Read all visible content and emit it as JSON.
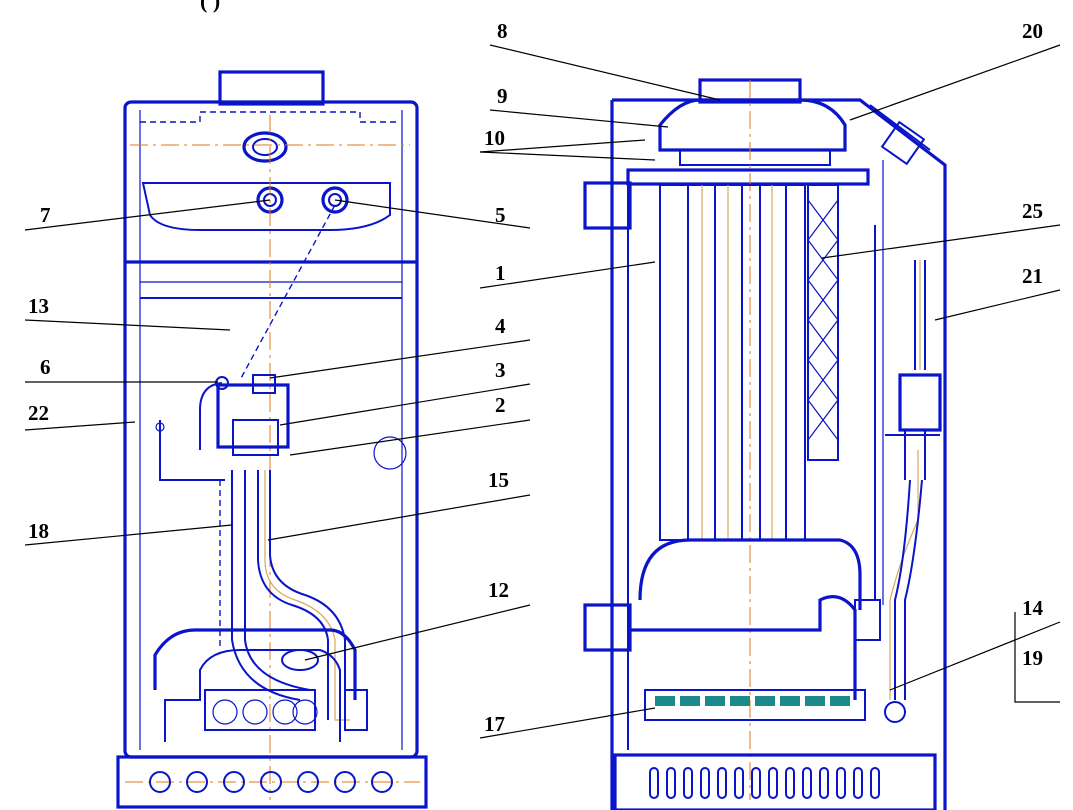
{
  "header": {
    "clipped_caption": "(                                                                    )"
  },
  "colors": {
    "outline": "#0a14c8",
    "axis": "#e07a1a",
    "pipe": "#d9a85a",
    "burner": "#1a8a8a",
    "text": "#000000"
  },
  "callouts": [
    {
      "id": "1",
      "label": "1"
    },
    {
      "id": "2",
      "label": "2"
    },
    {
      "id": "3",
      "label": "3"
    },
    {
      "id": "4",
      "label": "4"
    },
    {
      "id": "5",
      "label": "5"
    },
    {
      "id": "6",
      "label": "6"
    },
    {
      "id": "7",
      "label": "7"
    },
    {
      "id": "8",
      "label": "8"
    },
    {
      "id": "9",
      "label": "9"
    },
    {
      "id": "10",
      "label": "10"
    },
    {
      "id": "12",
      "label": "12"
    },
    {
      "id": "13",
      "label": "13"
    },
    {
      "id": "14",
      "label": "14"
    },
    {
      "id": "15",
      "label": "15"
    },
    {
      "id": "17",
      "label": "17"
    },
    {
      "id": "18",
      "label": "18"
    },
    {
      "id": "19",
      "label": "19"
    },
    {
      "id": "20",
      "label": "20"
    },
    {
      "id": "21",
      "label": "21"
    },
    {
      "id": "22",
      "label": "22"
    },
    {
      "id": "25",
      "label": "25"
    }
  ]
}
